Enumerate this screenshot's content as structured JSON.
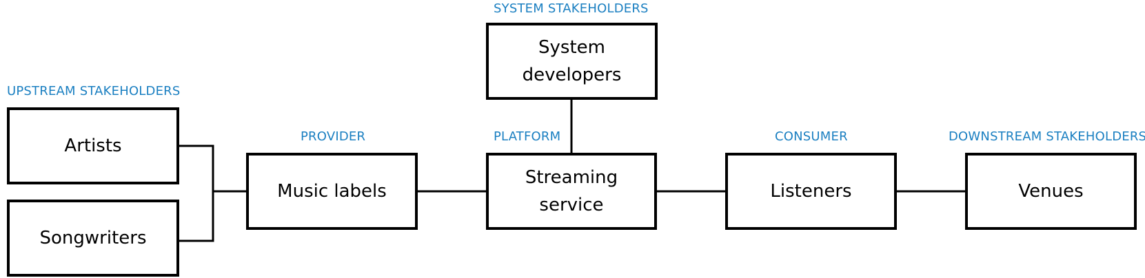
{
  "colors": {
    "category_label": "#1a7fc1",
    "box_border": "#000000",
    "connector": "#000000"
  },
  "categories": {
    "system": "SYSTEM STAKEHOLDERS",
    "upstream": "UPSTREAM STAKEHOLDERS",
    "provider": "PROVIDER",
    "platform": "PLATFORM",
    "consumer": "CONSUMER",
    "downstream": "DOWNSTREAM STAKEHOLDERS"
  },
  "nodes": {
    "system_developers": {
      "line1": "System",
      "line2": "developers"
    },
    "artists": "Artists",
    "songwriters": "Songwriters",
    "music_labels": "Music labels",
    "streaming_service": {
      "line1": "Streaming",
      "line2": "service"
    },
    "listeners": "Listeners",
    "venues": "Venues"
  },
  "edges": [
    {
      "from": "artists",
      "to": "music_labels"
    },
    {
      "from": "songwriters",
      "to": "music_labels"
    },
    {
      "from": "music_labels",
      "to": "streaming_service"
    },
    {
      "from": "system_developers",
      "to": "streaming_service"
    },
    {
      "from": "streaming_service",
      "to": "listeners"
    },
    {
      "from": "listeners",
      "to": "venues"
    }
  ]
}
